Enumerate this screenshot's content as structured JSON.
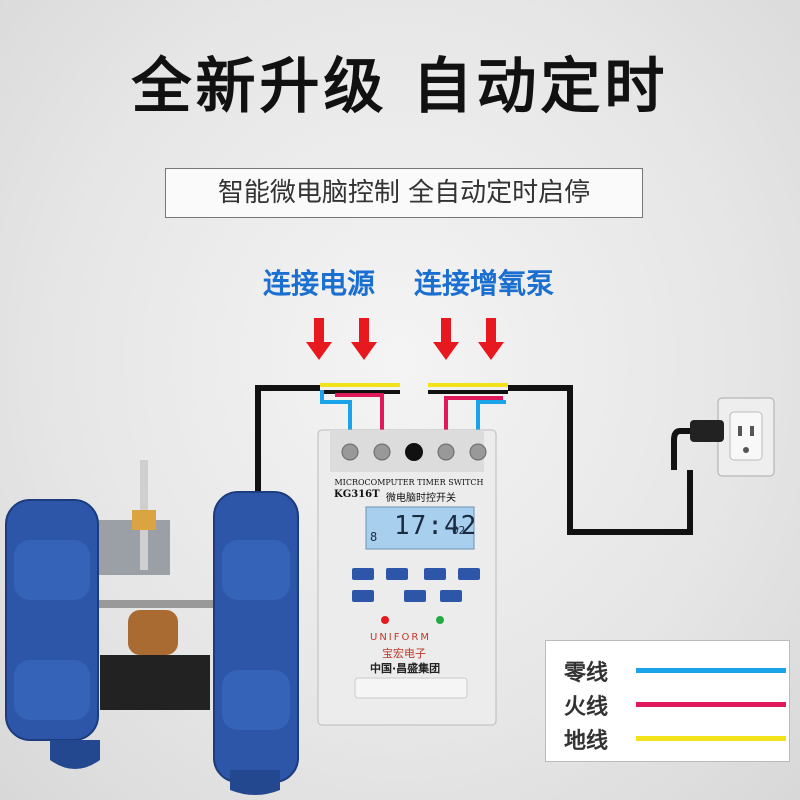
{
  "headline": "全新升级 自动定时",
  "subtitle": "智能微电脑控制 全自动定时启停",
  "connections": {
    "power_label": "连接电源",
    "pump_label": "连接增氧泵"
  },
  "timer": {
    "brand_top": "MICROCOMPUTER TIMER SWITCH",
    "model": "KG316T",
    "model_cn": "微电脑时控开关",
    "display_time": "17:42",
    "display_seconds": "02",
    "display_day": "8",
    "maker_en": "UNIFORM",
    "maker_cn": "宝宏电子",
    "maker_group": "中国·昌盛集团"
  },
  "legend": {
    "items": [
      {
        "label": "零线",
        "color": "#1aa3e8"
      },
      {
        "label": "火线",
        "color": "#e0195a"
      },
      {
        "label": "地线",
        "color": "#f2e21a"
      }
    ]
  },
  "colors": {
    "arrow": "#e8191e",
    "accent_text": "#1a6fd1",
    "float": "#2d56a8",
    "cable": "#111111"
  }
}
